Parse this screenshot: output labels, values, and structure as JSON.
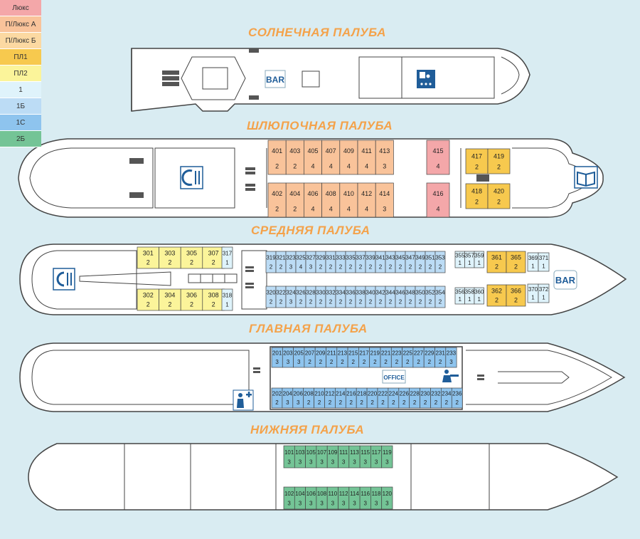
{
  "legend": [
    {
      "key": "lux",
      "label": "Люкс",
      "color": "#f4a7a9"
    },
    {
      "key": "plux_a",
      "label": "П/Люкс А",
      "color": "#f9c39a"
    },
    {
      "key": "plux_b",
      "label": "П/Люкс Б",
      "color": "#fcd9a2"
    },
    {
      "key": "pl1",
      "label": "ПЛ1",
      "color": "#f7c94e"
    },
    {
      "key": "pl2",
      "label": "ПЛ2",
      "color": "#fbf49a"
    },
    {
      "key": "c1",
      "label": "1",
      "color": "#dff3fb"
    },
    {
      "key": "c1b",
      "label": "1Б",
      "color": "#bcdcf5"
    },
    {
      "key": "c1c",
      "label": "1С",
      "color": "#8ec4ee"
    },
    {
      "key": "c2b",
      "label": "2Б",
      "color": "#74c496"
    }
  ],
  "decks": {
    "sun": "СОЛНЕЧНАЯ ПАЛУБА",
    "boat": "ШЛЮПОЧНАЯ ПАЛУБА",
    "middle": "СРЕДНЯЯ ПАЛУБА",
    "main": "ГЛАВНАЯ ПАЛУБА",
    "lower": "НИЖНЯЯ ПАЛУБА"
  },
  "labels": {
    "bar": "BAR",
    "office": "OFFICE"
  },
  "icons": [
    "restaurant-icon",
    "library-icon",
    "conference-icon",
    "reception-icon",
    "medical-icon",
    "stairs-icon"
  ],
  "cabin_groups": [
    {
      "deck": "boat",
      "cls": "plux_a",
      "start": 401,
      "count": 7,
      "step": 2,
      "places": [
        2,
        2,
        4,
        4,
        4,
        4,
        3
      ]
    },
    {
      "deck": "boat",
      "cls": "lux",
      "start": 415,
      "count": 1,
      "step": 2,
      "places": [
        4
      ]
    },
    {
      "deck": "boat",
      "cls": "plux_a",
      "start": 402,
      "count": 7,
      "step": 2,
      "places": [
        2,
        2,
        4,
        4,
        4,
        4,
        3
      ]
    },
    {
      "deck": "boat",
      "cls": "lux",
      "start": 416,
      "count": 1,
      "step": 2,
      "places": [
        4
      ]
    },
    {
      "deck": "boat",
      "cls": "pl1",
      "start": 417,
      "count": 2,
      "step": 2,
      "places": [
        2,
        2
      ]
    },
    {
      "deck": "boat",
      "cls": "pl1",
      "start": 418,
      "count": 2,
      "step": 2,
      "places": [
        2,
        2
      ]
    },
    {
      "deck": "middle",
      "cls": "pl2",
      "start": 301,
      "count": 4,
      "step": 2,
      "places": [
        2,
        2,
        2,
        2
      ]
    },
    {
      "deck": "middle",
      "cls": "c1",
      "start": 317,
      "count": 1,
      "step": 2,
      "places": [
        1
      ]
    },
    {
      "deck": "middle",
      "cls": "pl2",
      "start": 302,
      "count": 4,
      "step": 2,
      "places": [
        2,
        2,
        2,
        2
      ]
    },
    {
      "deck": "middle",
      "cls": "c1",
      "start": 318,
      "count": 1,
      "step": 2,
      "places": [
        1
      ]
    },
    {
      "deck": "middle",
      "cls": "c1b",
      "start": 319,
      "count": 18,
      "step": 2,
      "places": [
        2,
        2,
        3,
        4,
        3,
        2,
        2,
        2,
        2,
        2,
        2,
        2,
        2,
        2,
        2,
        2,
        2,
        2
      ]
    },
    {
      "deck": "middle",
      "cls": "c1b",
      "start": 320,
      "count": 18,
      "step": 2,
      "places": [
        2,
        2,
        3,
        2,
        2,
        2,
        2,
        2,
        2,
        2,
        2,
        2,
        2,
        2,
        2,
        2,
        2,
        2
      ]
    },
    {
      "deck": "middle",
      "cls": "c1",
      "start": 355,
      "count": 3,
      "step": 2,
      "places": [
        1,
        1,
        1
      ]
    },
    {
      "deck": "middle",
      "cls": "c1",
      "start": 356,
      "count": 3,
      "step": 2,
      "places": [
        1,
        1,
        1
      ]
    },
    {
      "deck": "middle",
      "cls": "pl1",
      "start": 361,
      "count": 2,
      "step": 4,
      "places": [
        2,
        2
      ]
    },
    {
      "deck": "middle",
      "cls": "pl1",
      "start": 362,
      "count": 2,
      "step": 4,
      "places": [
        2,
        2
      ]
    },
    {
      "deck": "middle",
      "cls": "c1",
      "start": 369,
      "count": 2,
      "step": 2,
      "places": [
        1,
        1
      ]
    },
    {
      "deck": "middle",
      "cls": "c1",
      "start": 370,
      "count": 2,
      "step": 2,
      "places": [
        1,
        1
      ]
    },
    {
      "deck": "main",
      "cls": "c1c",
      "start": 201,
      "count": 17,
      "step": 2,
      "places": [
        3,
        3,
        3,
        2,
        2,
        2,
        2,
        2,
        2,
        2,
        2,
        2,
        2,
        2,
        2,
        2,
        3
      ]
    },
    {
      "deck": "main",
      "cls": "c1c",
      "start": 202,
      "count": 18,
      "step": 2,
      "places": [
        2,
        3,
        3,
        2,
        2,
        2,
        2,
        2,
        2,
        2,
        2,
        2,
        2,
        2,
        2,
        2,
        2,
        2
      ]
    },
    {
      "deck": "lower",
      "cls": "c2b",
      "start": 101,
      "count": 10,
      "step": 2,
      "places": [
        3,
        3,
        3,
        3,
        3,
        3,
        3,
        3,
        3,
        3
      ]
    },
    {
      "deck": "lower",
      "cls": "c2b",
      "start": 102,
      "count": 10,
      "step": 2,
      "places": [
        3,
        3,
        3,
        3,
        3,
        3,
        3,
        3,
        3,
        3
      ]
    }
  ]
}
